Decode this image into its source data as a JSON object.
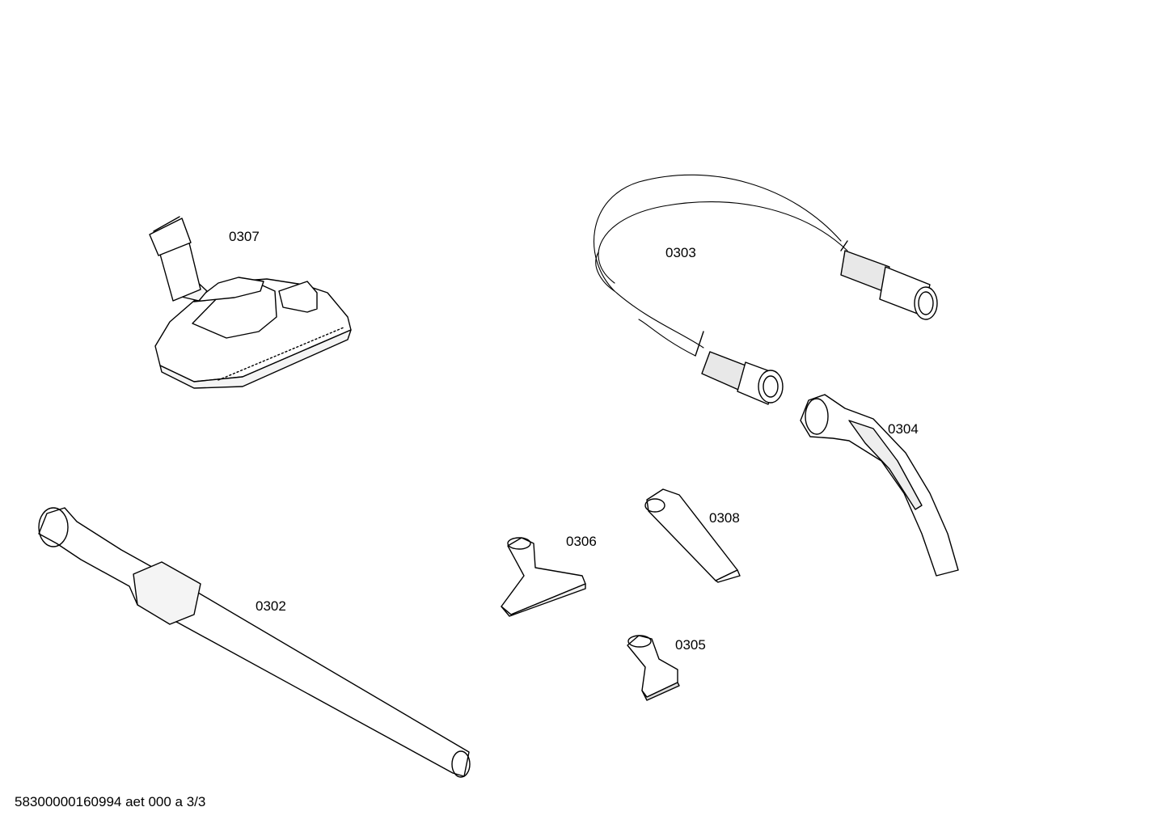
{
  "parts": [
    {
      "id": "nozzle",
      "label": "0307"
    },
    {
      "id": "hose",
      "label": "0303"
    },
    {
      "id": "handle",
      "label": "0304"
    },
    {
      "id": "crevice",
      "label": "0308"
    },
    {
      "id": "upholstery",
      "label": "0306"
    },
    {
      "id": "tube",
      "label": "0302"
    },
    {
      "id": "brush",
      "label": "0305"
    }
  ],
  "footer": "58300000160994 aet 000 a 3/3"
}
